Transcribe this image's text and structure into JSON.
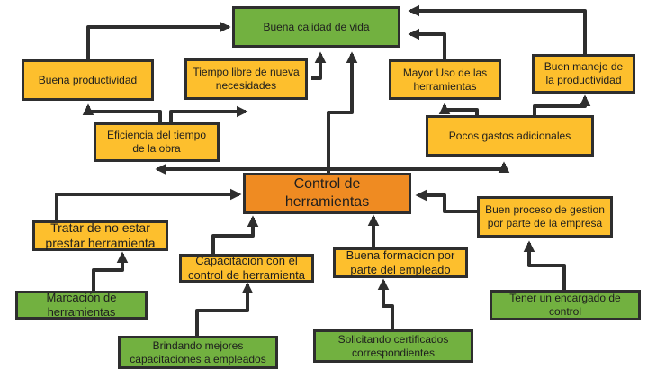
{
  "nodes": {
    "quality_of_life": "Buena calidad de vida",
    "good_productivity": "Buena  productividad",
    "free_time": "Tiempo libre de nueva necesidades",
    "tool_usage": "Mayor Uso de las herramientas",
    "good_handling": "Buen manejo de la productividad",
    "work_time_efficiency": "Eficiencia del tiempo de la obra",
    "few_extra_costs": "Pocos gastos adicionales",
    "tool_control": "Control de herramientas",
    "avoid_lending": "Tratar de no estar prestar herramienta",
    "management_process": "Buen proceso de gestion por parte de la empresa",
    "training_control": "Capacitacion con el control de herramienta",
    "employee_training": "Buena formacion por parte del empleado",
    "tool_marking": "Marcación de herramientas",
    "assign_keeper": "Tener un encargado de control",
    "better_training": "Brindando mejores capacitaciones a empleados",
    "request_certificates": "Solicitando certificados correspondientes"
  },
  "colors": {
    "yellow": "#fdbf2d",
    "green": "#72b140",
    "orange": "#ef8b22",
    "line": "#2e2e2e"
  }
}
